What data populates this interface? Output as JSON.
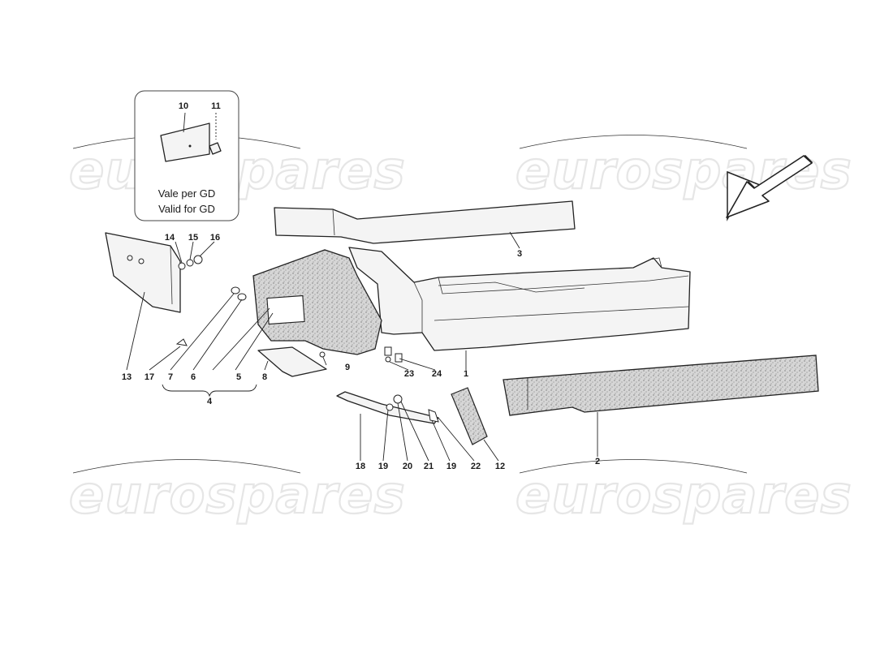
{
  "inset": {
    "line1": "Vale per GD",
    "line2": "Valid for GD"
  },
  "watermark": "eurospares",
  "callouts": [
    "10",
    "11",
    "14",
    "15",
    "16",
    "13",
    "17",
    "7",
    "6",
    "5",
    "8",
    "9",
    "4",
    "3",
    "23",
    "24",
    "1",
    "2",
    "18",
    "19",
    "20",
    "21",
    "19",
    "22",
    "12"
  ],
  "colors": {
    "ink": "#222222",
    "carpet": "#d9d9d9",
    "panel": "#f4f4f4",
    "watermark": "#e6e6e6"
  }
}
